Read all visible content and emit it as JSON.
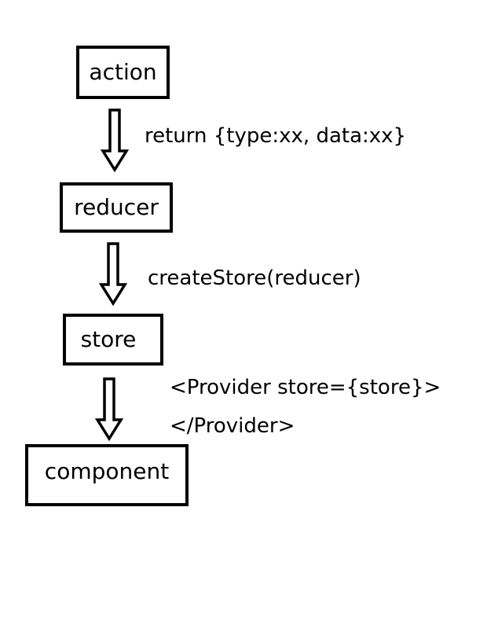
{
  "nodes": [
    {
      "id": "action",
      "label": "action"
    },
    {
      "id": "reducer",
      "label": "reducer"
    },
    {
      "id": "store",
      "label": "store"
    },
    {
      "id": "component",
      "label": "component"
    }
  ],
  "edges": [
    {
      "from": "action",
      "to": "reducer",
      "label": "return {type:xx, data:xx}"
    },
    {
      "from": "reducer",
      "to": "store",
      "label": "createStore(reducer)"
    },
    {
      "from": "store",
      "to": "component",
      "label_lines": [
        "<Provider store={store}>",
        "</Provider>"
      ]
    }
  ]
}
